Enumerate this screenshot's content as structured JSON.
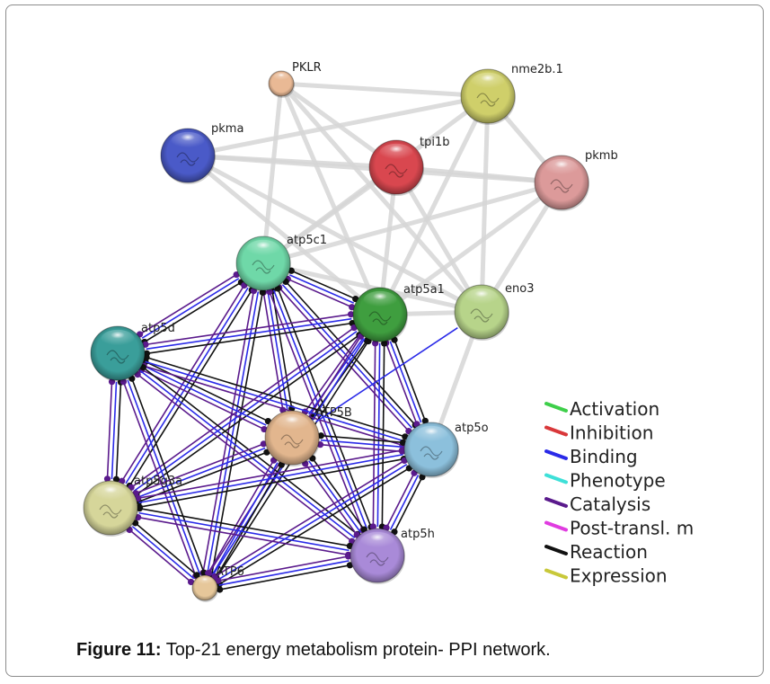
{
  "figure": {
    "caption_label": "Figure 11:",
    "caption_text": "Top-21 energy metabolism protein- PPI network."
  },
  "colors": {
    "activation": "#3ecf4a",
    "inhibition": "#d9383a",
    "binding": "#2a2ae8",
    "phenotype": "#3ee0d8",
    "catalysis": "#5a1a8c",
    "post_transl": "#e03ce0",
    "reaction": "#111111",
    "expression": "#c8c83a",
    "association": "#d6d6d6"
  },
  "legend": [
    {
      "key": "activation",
      "label": "Activation"
    },
    {
      "key": "inhibition",
      "label": "Inhibition"
    },
    {
      "key": "binding",
      "label": "Binding"
    },
    {
      "key": "phenotype",
      "label": "Phenotype"
    },
    {
      "key": "catalysis",
      "label": "Catalysis"
    },
    {
      "key": "post_transl",
      "label": "Post-transl. m"
    },
    {
      "key": "reaction",
      "label": "Reaction"
    },
    {
      "key": "expression",
      "label": "Expression"
    }
  ],
  "nodes": [
    {
      "id": "PKLR",
      "label": "PKLR",
      "color": "#e9b995",
      "size": "small"
    },
    {
      "id": "nme2b.1",
      "label": "nme2b.1",
      "color": "#cfcf6a",
      "size": "large"
    },
    {
      "id": "pkma",
      "label": "pkma",
      "color": "#4a5ac8",
      "size": "large"
    },
    {
      "id": "tpi1b",
      "label": "tpi1b",
      "color": "#d9474f",
      "size": "large"
    },
    {
      "id": "pkmb",
      "label": "pkmb",
      "color": "#dc9a9a",
      "size": "large"
    },
    {
      "id": "atp5c1",
      "label": "atp5c1",
      "color": "#6fd8a8",
      "size": "large"
    },
    {
      "id": "atp5a1",
      "label": "atp5a1",
      "color": "#3f9e3f",
      "size": "large"
    },
    {
      "id": "eno3",
      "label": "eno3",
      "color": "#b7d48a",
      "size": "large"
    },
    {
      "id": "atp5d",
      "label": "atp5d",
      "color": "#3a9e9a",
      "size": "large"
    },
    {
      "id": "ATP5B",
      "label": "ATP5B",
      "color": "#e2b68e",
      "size": "large"
    },
    {
      "id": "atp5o",
      "label": "atp5o",
      "color": "#8cc0dc",
      "size": "large"
    },
    {
      "id": "atp5g3a",
      "label": "atp5g3a",
      "color": "#d6d69a",
      "size": "large"
    },
    {
      "id": "atp5h",
      "label": "atp5h",
      "color": "#a98ad8",
      "size": "large"
    },
    {
      "id": "ATP6",
      "label": "ATP6",
      "color": "#e6c79a",
      "size": "small"
    }
  ],
  "association_edges": [
    [
      "PKLR",
      "nme2b.1"
    ],
    [
      "PKLR",
      "tpi1b"
    ],
    [
      "PKLR",
      "eno3"
    ],
    [
      "PKLR",
      "atp5c1"
    ],
    [
      "PKLR",
      "atp5a1"
    ],
    [
      "pkma",
      "nme2b.1"
    ],
    [
      "pkma",
      "tpi1b"
    ],
    [
      "pkma",
      "pkmb"
    ],
    [
      "pkma",
      "eno3"
    ],
    [
      "pkma",
      "atp5a1"
    ],
    [
      "tpi1b",
      "pkmb"
    ],
    [
      "tpi1b",
      "eno3"
    ],
    [
      "tpi1b",
      "atp5c1"
    ],
    [
      "tpi1b",
      "atp5a1"
    ],
    [
      "nme2b.1",
      "pkmb"
    ],
    [
      "nme2b.1",
      "eno3"
    ],
    [
      "nme2b.1",
      "atp5a1"
    ],
    [
      "nme2b.1",
      "atp5c1"
    ],
    [
      "pkmb",
      "eno3"
    ],
    [
      "pkmb",
      "atp5c1"
    ],
    [
      "pkmb",
      "atp5a1"
    ],
    [
      "eno3",
      "atp5c1"
    ],
    [
      "eno3",
      "atp5a1"
    ],
    [
      "eno3",
      "atp5o"
    ]
  ],
  "complex_edges": [
    [
      "atp5c1",
      "atp5a1"
    ],
    [
      "atp5c1",
      "atp5d"
    ],
    [
      "atp5c1",
      "ATP5B"
    ],
    [
      "atp5c1",
      "atp5o"
    ],
    [
      "atp5c1",
      "atp5g3a"
    ],
    [
      "atp5c1",
      "atp5h"
    ],
    [
      "atp5c1",
      "ATP6"
    ],
    [
      "atp5a1",
      "atp5d"
    ],
    [
      "atp5a1",
      "ATP5B"
    ],
    [
      "atp5a1",
      "atp5o"
    ],
    [
      "atp5a1",
      "atp5g3a"
    ],
    [
      "atp5a1",
      "atp5h"
    ],
    [
      "atp5a1",
      "ATP6"
    ],
    [
      "atp5d",
      "ATP5B"
    ],
    [
      "atp5d",
      "atp5o"
    ],
    [
      "atp5d",
      "atp5g3a"
    ],
    [
      "atp5d",
      "atp5h"
    ],
    [
      "atp5d",
      "ATP6"
    ],
    [
      "ATP5B",
      "atp5o"
    ],
    [
      "ATP5B",
      "atp5g3a"
    ],
    [
      "ATP5B",
      "atp5h"
    ],
    [
      "ATP5B",
      "ATP6"
    ],
    [
      "atp5o",
      "atp5g3a"
    ],
    [
      "atp5o",
      "atp5h"
    ],
    [
      "atp5o",
      "ATP6"
    ],
    [
      "atp5g3a",
      "atp5h"
    ],
    [
      "atp5g3a",
      "ATP6"
    ],
    [
      "atp5h",
      "ATP6"
    ]
  ],
  "binding_only_edges": [
    [
      "eno3",
      "ATP5B"
    ]
  ]
}
